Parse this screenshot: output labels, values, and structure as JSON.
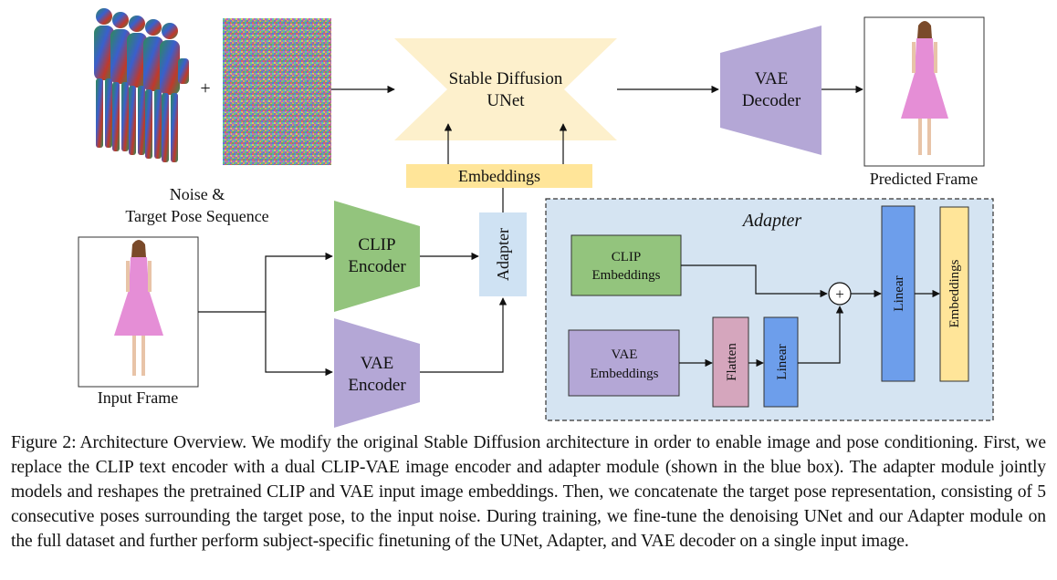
{
  "figure": {
    "labels": {
      "noise": "Noise &",
      "target_pose": "Target Pose Sequence",
      "plus": "+",
      "unet_line1": "Stable Diffusion",
      "unet_line2": "UNet",
      "vae_decoder_line1": "VAE",
      "vae_decoder_line2": "Decoder",
      "predicted_frame": "Predicted Frame",
      "embeddings_bar": "Embeddings",
      "input_frame": "Input Frame",
      "clip_encoder_line1": "CLIP",
      "clip_encoder_line2": "Encoder",
      "vae_encoder_line1": "VAE",
      "vae_encoder_line2": "Encoder",
      "adapter_small": "Adapter"
    },
    "adapter_box": {
      "title": "Adapter",
      "clip_emb_line1": "CLIP",
      "clip_emb_line2": "Embeddings",
      "vae_emb_line1": "VAE",
      "vae_emb_line2": "Embeddings",
      "flatten": "Flatten",
      "linear_small": "Linear",
      "plus_circle": "+",
      "linear_big": "Linear",
      "embeddings_out": "Embeddings"
    },
    "colors": {
      "unet": "#fdf0cc",
      "vae": "#b4a7d6",
      "clip": "#93c47d",
      "embeddings": "#ffe599",
      "adapter_small": "#cfe2f3",
      "adapter_bg": "#d5e4f2",
      "flatten": "#d5a6bd",
      "linear": "#6d9eeb",
      "dress": "#e58ed6"
    }
  },
  "caption": {
    "label": "Figure 2:",
    "text": "Architecture Overview. We modify the original Stable Diffusion architecture in order to enable image and pose conditioning. First, we replace the CLIP text encoder with a dual CLIP-VAE image encoder and adapter module (shown in the blue box). The adapter module jointly models and reshapes the pretrained CLIP and VAE input image embeddings. Then, we concatenate the target pose representation, consisting of 5 consecutive poses surrounding the target pose, to the input noise. During training, we fine-tune the denoising UNet and our Adapter module on the full dataset and further perform subject-specific finetuning of the UNet, Adapter, and VAE decoder on a single input image."
  }
}
